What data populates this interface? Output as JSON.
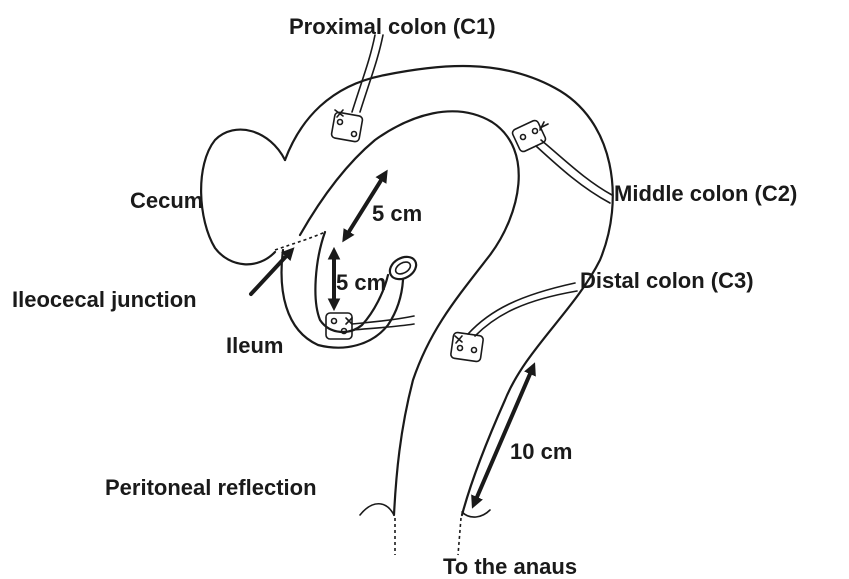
{
  "labels": {
    "proximal": "Proximal colon (C1)",
    "middle": "Middle colon (C2)",
    "distal": "Distal colon (C3)",
    "cecum": "Cecum",
    "ileocecal": "Ileocecal junction",
    "ileum": "Ileum",
    "peritoneal": "Peritoneal reflection",
    "anus": "To the anaus"
  },
  "measurements": {
    "upper": "5 cm",
    "lower": "5 cm",
    "rectal": "10 cm"
  }
}
